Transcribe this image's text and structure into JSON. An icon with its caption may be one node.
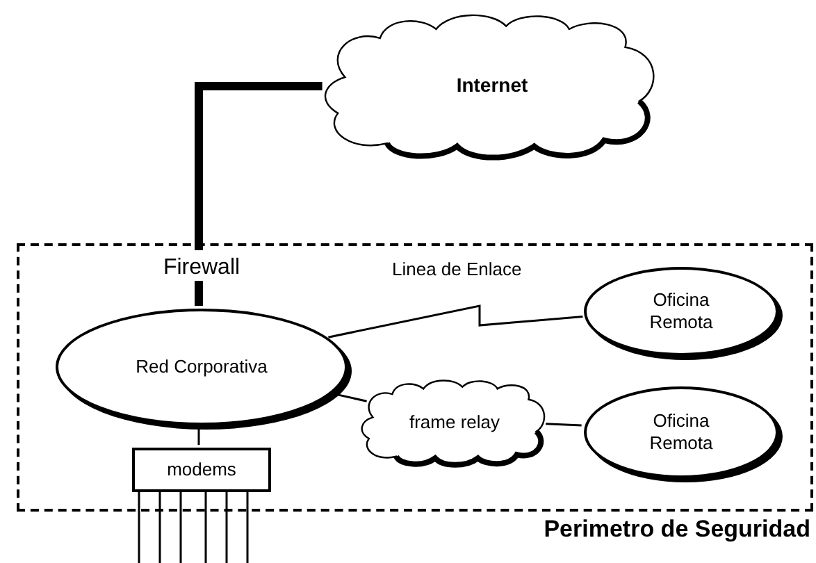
{
  "diagram": {
    "nodes": [
      {
        "text": [
          "Perimetro de Seguridad"
        ]
      },
      {
        "text": [
          "Internet"
        ]
      },
      {
        "text": [
          "Firewall"
        ],
        "in": 0
      },
      {
        "text": [
          "Red Corporativa"
        ],
        "in": 0
      },
      {
        "text": [
          "Oficina Remota"
        ],
        "in": 0
      },
      {
        "text": [
          "frame relay"
        ],
        "in": 0
      },
      {
        "text": [
          "Oficina Remota"
        ],
        "in": 0
      },
      {
        "text": [
          "modems"
        ],
        "in": 0
      }
    ],
    "edges": [
      {
        "from": 1,
        "to": 2,
        "arrow": "none",
        "style": "thick"
      },
      {
        "from": 2,
        "to": 3,
        "arrow": "none",
        "style": "thick"
      },
      {
        "from": 3,
        "to": 4,
        "arrow": "none",
        "label": "Linea de Enlace"
      },
      {
        "from": 3,
        "to": 5,
        "arrow": "none"
      },
      {
        "from": 5,
        "to": 6,
        "arrow": "none"
      },
      {
        "from": 3,
        "to": 7,
        "arrow": "none"
      },
      {
        "from": 7,
        "to": null,
        "arrow": "none"
      },
      {
        "from": 7,
        "to": null,
        "arrow": "none"
      },
      {
        "from": 7,
        "to": null,
        "arrow": "none"
      },
      {
        "from": 7,
        "to": null,
        "arrow": "none"
      },
      {
        "from": 7,
        "to": null,
        "arrow": "none"
      },
      {
        "from": 7,
        "to": null,
        "arrow": "none"
      }
    ]
  }
}
